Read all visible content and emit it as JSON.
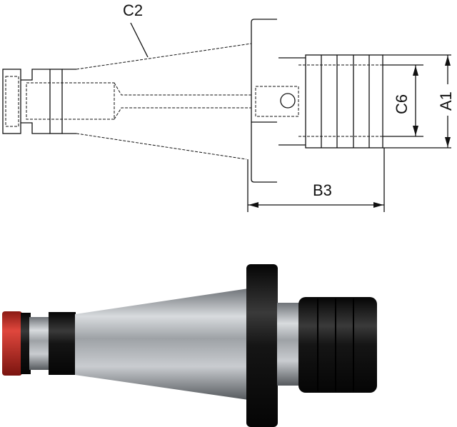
{
  "drawing": {
    "labels": {
      "c2": "C2",
      "c6": "C6",
      "a1": "A1",
      "b3": "B3"
    }
  },
  "colors": {
    "cap": "#d9302a",
    "black": "#141414",
    "steel": "#b8bcc0"
  }
}
